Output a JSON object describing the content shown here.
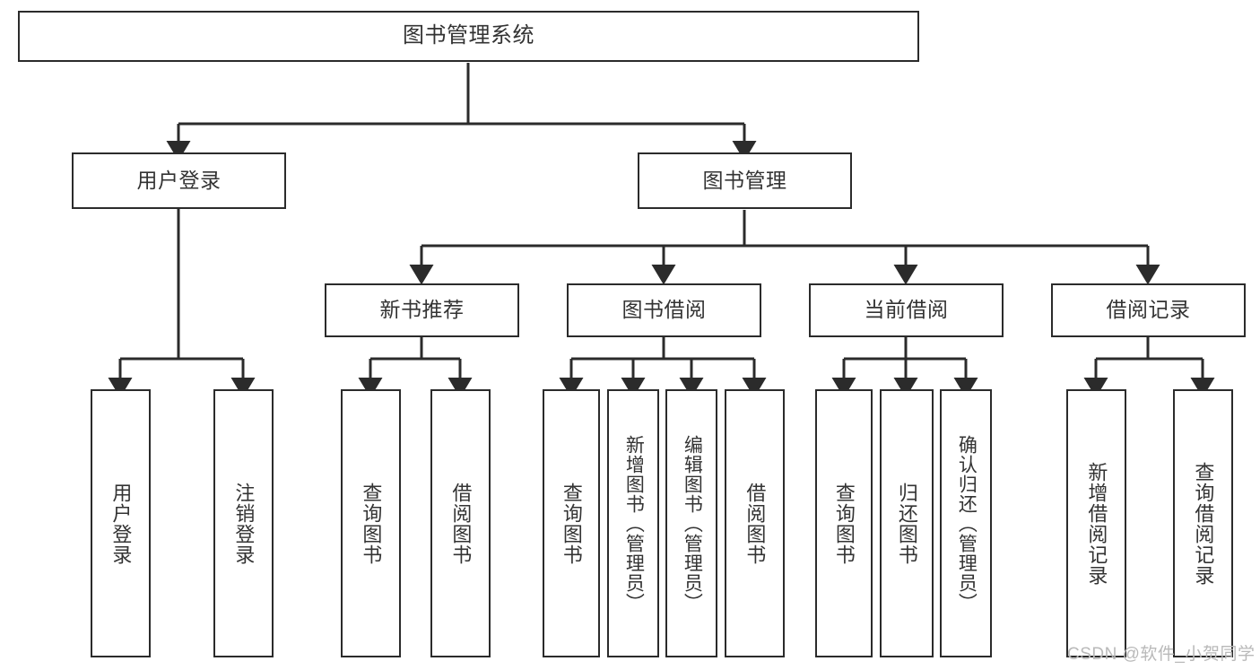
{
  "diagram": {
    "title": "图书管理系统",
    "type": "tree-hierarchy",
    "orientation": "top-down",
    "colors": {
      "node_border": "#2b2b2b",
      "node_fill": "#ffffff",
      "edge": "#2b2b2b",
      "label_text": "#333333",
      "watermark": "#b9b9b9",
      "background": "#ffffff"
    },
    "watermark": "CSDN @软件_小贺同学",
    "levels": [
      {
        "level": 1,
        "nodes": [
          {
            "id": "root",
            "label": "图书管理系统"
          }
        ]
      },
      {
        "level": 2,
        "nodes": [
          {
            "id": "login",
            "label": "用户登录",
            "parent": "root"
          },
          {
            "id": "bookmgmt",
            "label": "图书管理",
            "parent": "root"
          }
        ]
      },
      {
        "level": 3,
        "nodes": [
          {
            "id": "newbook",
            "label": "新书推荐",
            "parent": "bookmgmt"
          },
          {
            "id": "borrow",
            "label": "图书借阅",
            "parent": "bookmgmt"
          },
          {
            "id": "current",
            "label": "当前借阅",
            "parent": "bookmgmt"
          },
          {
            "id": "records",
            "label": "借阅记录",
            "parent": "bookmgmt"
          }
        ]
      },
      {
        "level": 4,
        "nodes": [
          {
            "id": "leaf1",
            "label": "用户登录",
            "parent": "login"
          },
          {
            "id": "leaf2",
            "label": "注销登录",
            "parent": "login"
          },
          {
            "id": "leaf3",
            "label": "查询图书",
            "parent": "newbook"
          },
          {
            "id": "leaf4",
            "label": "借阅图书",
            "parent": "newbook"
          },
          {
            "id": "leaf5",
            "label": "查询图书",
            "parent": "borrow"
          },
          {
            "id": "leaf6",
            "label": "新增图书（管理员）",
            "parent": "borrow"
          },
          {
            "id": "leaf7",
            "label": "编辑图书（管理员）",
            "parent": "borrow"
          },
          {
            "id": "leaf8",
            "label": "借阅图书",
            "parent": "borrow"
          },
          {
            "id": "leaf9",
            "label": "查询图书",
            "parent": "current"
          },
          {
            "id": "leaf10",
            "label": "归还图书",
            "parent": "current"
          },
          {
            "id": "leaf11",
            "label": "确认归还（管理员）",
            "parent": "current"
          },
          {
            "id": "leaf12",
            "label": "新增借阅记录",
            "parent": "records"
          },
          {
            "id": "leaf13",
            "label": "查询借阅记录",
            "parent": "records"
          }
        ]
      }
    ]
  }
}
